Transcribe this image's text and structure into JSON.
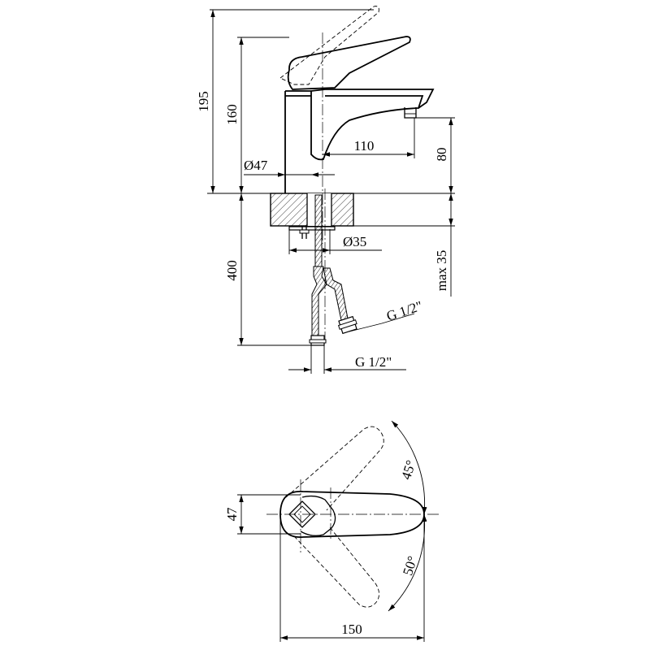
{
  "side_view": {
    "height_total": "195",
    "height_body": "160",
    "base_diameter": "Ø47",
    "spout_reach": "110",
    "spout_height": "80",
    "hole_diameter": "Ø35",
    "hose_length": "400",
    "max_thickness": "max 35",
    "hose_thread_side": "G 1/2\"",
    "hose_thread_bottom": "G 1/2\""
  },
  "top_view": {
    "base_width": "47",
    "total_length": "150",
    "angle_up": "45°",
    "angle_down": "50°"
  }
}
